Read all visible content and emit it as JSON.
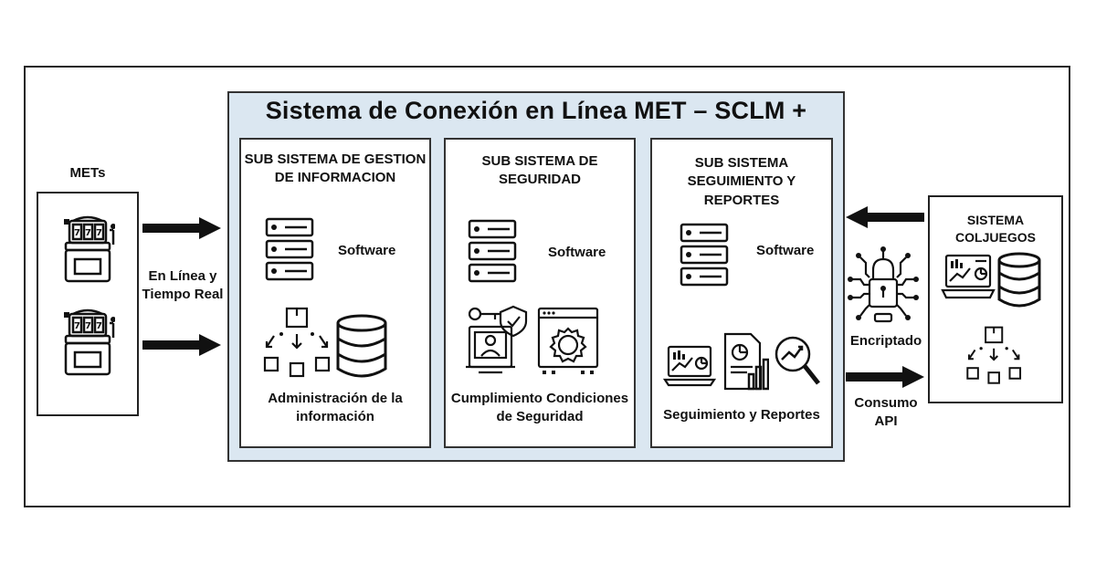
{
  "title": "Sistema de  Conexión en Línea MET  – SCLM +",
  "mets": {
    "label": "METs"
  },
  "connection": {
    "label_line1": "En Línea y",
    "label_line2": "Tiempo Real"
  },
  "subsystems": [
    {
      "title_line1": "SUB SISTEMA DE GESTION",
      "title_line2": "DE INFORMACION",
      "software_label": "Software",
      "caption_line1": "Administración de la",
      "caption_line2": "información"
    },
    {
      "title_line1": "SUB SISTEMA DE",
      "title_line2": "SEGURIDAD",
      "software_label": "Software",
      "caption_line1": "Cumplimiento Condiciones",
      "caption_line2": "de Seguridad"
    },
    {
      "title_line1": "SUB SISTEMA",
      "title_line2": "SEGUIMIENTO Y REPORTES",
      "software_label": "Software",
      "caption_line1": "Seguimiento y Reportes"
    }
  ],
  "encryption": {
    "label": "Encriptado"
  },
  "api": {
    "label": "Consumo API"
  },
  "coljuegos": {
    "label": "SISTEMA COLJUEGOS"
  },
  "colors": {
    "sclm_background": "#dbe7f1",
    "line": "#111111"
  }
}
